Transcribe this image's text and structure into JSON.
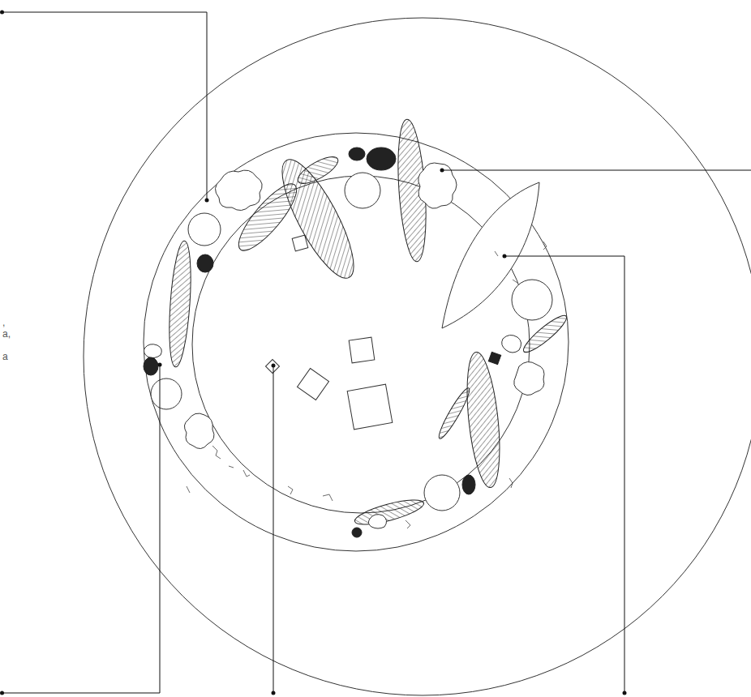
{
  "diagram": {
    "labels": [
      ",",
      "a,",
      "a"
    ]
  }
}
